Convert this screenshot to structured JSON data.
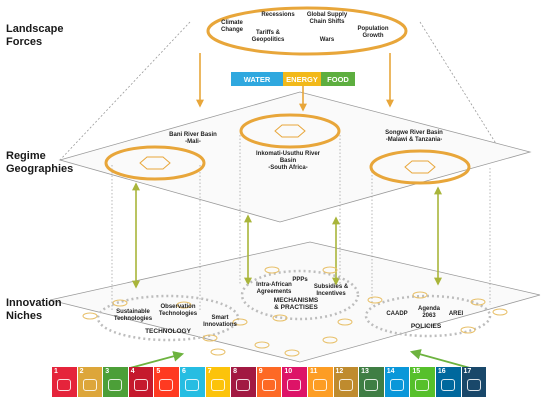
{
  "levels": {
    "landscape": "Landscape\nForces",
    "regime": "Regime\nGeographies",
    "innovation": "Innovation\nNiches"
  },
  "landscape_forces": {
    "climate": "Climate\nChange",
    "recessions": "Recessions",
    "supply": "Global Supply\nChain Shifts",
    "population": "Population\nGrowth",
    "tariffs": "Tariffs &\nGeopolitics",
    "wars": "Wars"
  },
  "nexus": {
    "water": "WATER",
    "energy": "ENERGY",
    "food": "FOOD"
  },
  "regimes": {
    "bani": "Bani River Basin\n-Mali-",
    "inkomati": "Inkomati-Usuthu River\nBasin\n-South Africa-",
    "songwe": "Songwe River Basin\n-Malawi & Tanzania-"
  },
  "niches": {
    "sustainable": "Sustainable\nTechnologies",
    "observation": "Observation\nTechnologies",
    "smart": "Smart\nInnovations",
    "technology": "TECHNOLOGY",
    "intra": "Intra-African\nAgreements",
    "ppps": "PPPs",
    "subsidies": "Subsidies &\nIncentives",
    "mechanisms": "MECHANISMS\n& PRACTISES",
    "caadp": "CAADP",
    "agenda": "Agenda\n2063",
    "arei": "AREI",
    "policies": "POLICIES"
  },
  "sdg_goals": [
    {
      "num": "1",
      "color": "#E5243B"
    },
    {
      "num": "2",
      "color": "#DDA63A"
    },
    {
      "num": "3",
      "color": "#4C9F38"
    },
    {
      "num": "4",
      "color": "#C5192D"
    },
    {
      "num": "5",
      "color": "#FF3A21"
    },
    {
      "num": "6",
      "color": "#26BDE2"
    },
    {
      "num": "7",
      "color": "#FCC30B"
    },
    {
      "num": "8",
      "color": "#A21942"
    },
    {
      "num": "9",
      "color": "#FD6925"
    },
    {
      "num": "10",
      "color": "#DD1367"
    },
    {
      "num": "11",
      "color": "#FD9D24"
    },
    {
      "num": "12",
      "color": "#BF8B2E"
    },
    {
      "num": "13",
      "color": "#3F7E44"
    },
    {
      "num": "14",
      "color": "#0A97D9"
    },
    {
      "num": "15",
      "color": "#56C02B"
    },
    {
      "num": "16",
      "color": "#00689D"
    },
    {
      "num": "17",
      "color": "#19486A"
    }
  ],
  "colors": {
    "orange": "#E8A63A",
    "olive": "#A9B53A",
    "green": "#6DB33F",
    "water": "#2FA8DF",
    "energy": "#F2B91A",
    "food": "#5DAE3F",
    "grey": "#9A9A9A"
  }
}
